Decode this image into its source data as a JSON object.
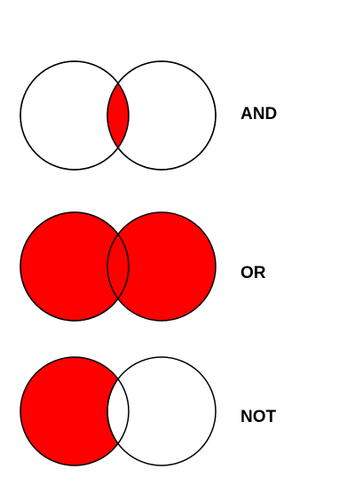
{
  "colors": {
    "fill": "#ff0000",
    "stroke": "#000000",
    "background": "#ffffff"
  },
  "diagrams": [
    {
      "operation": "intersection",
      "label": "AND"
    },
    {
      "operation": "union",
      "label": "OR"
    },
    {
      "operation": "difference",
      "label": "NOT"
    }
  ]
}
